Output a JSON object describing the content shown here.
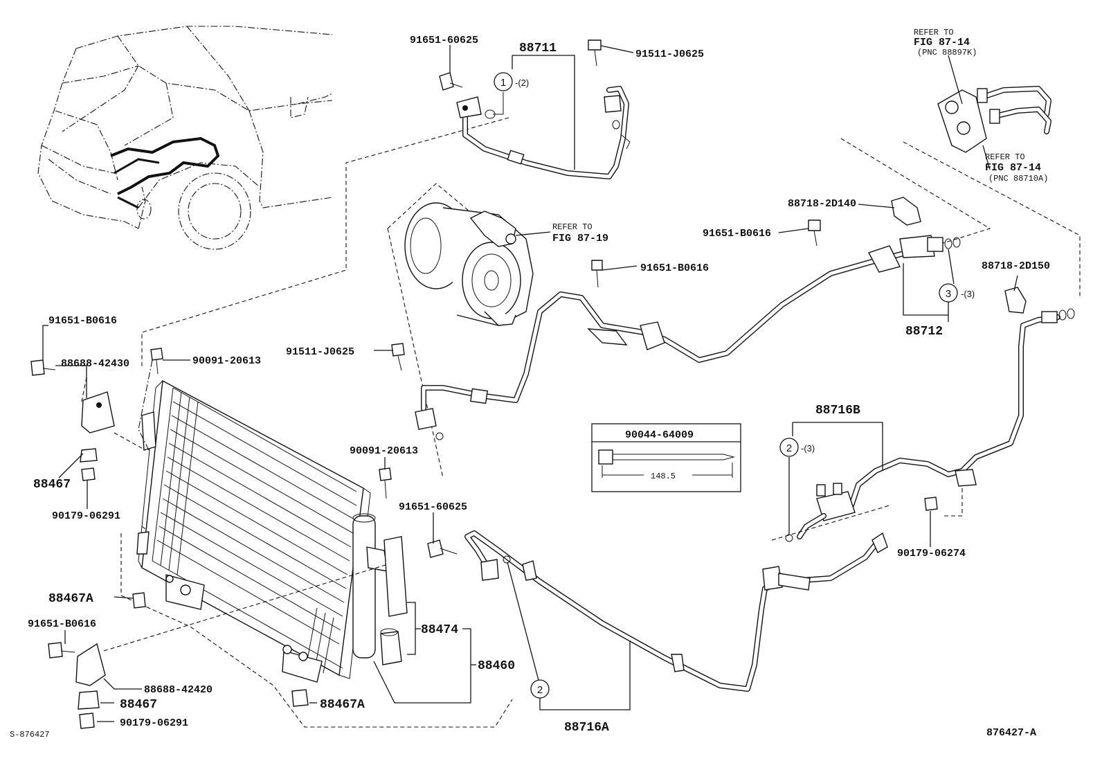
{
  "parts": {
    "p_91651_60625_top": "91651-60625",
    "p_88711": "88711",
    "p_91511_J0625_top": "91511-J0625",
    "p_refer_fig_87_14_top_1": "REFER TO",
    "p_refer_fig_87_14_top_2": "FIG 87-14",
    "p_refer_fig_87_14_top_3": "(PNC 88897K)",
    "p_refer_fig_87_14_bot_1": "REFER TO",
    "p_refer_fig_87_14_bot_2": "FIG 87-14",
    "p_refer_fig_87_14_bot_3": "(PNC 88710A)",
    "p_refer_fig_87_19_1": "REFER TO",
    "p_refer_fig_87_19_2": "FIG 87-19",
    "p_88718_2D140": "88718-2D140",
    "p_91651_B0616_a": "91651-B0616",
    "p_91651_B0616_b": "91651-B0616",
    "p_88718_2D150": "88718-2D150",
    "p_88712": "88712",
    "p_91651_B0616_c": "91651-B0616",
    "p_88688_42430": "88688-42430",
    "p_90091_20613_a": "90091-20613",
    "p_91511_J0625_mid": "91511-J0625",
    "p_88467_a": "88467",
    "p_90179_06291_a": "90179-06291",
    "p_90091_20613_b": "90091-20613",
    "p_91651_60625_mid": "91651-60625",
    "p_88716B": "88716B",
    "p_90044_64009": "90044-64009",
    "p_148_5": "148.5",
    "p_90179_06274": "90179-06274",
    "p_88467A_a": "88467A",
    "p_91651_B0616_d": "91651-B0616",
    "p_88474": "88474",
    "p_88460": "88460",
    "p_88688_42420": "88688-42420",
    "p_88467_b": "88467",
    "p_88467A_b": "88467A",
    "p_90179_06291_b": "90179-06291",
    "p_88716A": "88716A"
  },
  "callouts": {
    "c1_num": "1",
    "c1_qty": "-(2)",
    "c3_num": "3",
    "c3_qty": "-(3)",
    "c2a_num": "2",
    "c2a_qty": "-(3)",
    "c2b_num": "2"
  },
  "footer": {
    "left_code": "S-876427",
    "right_code": "876427-A"
  }
}
